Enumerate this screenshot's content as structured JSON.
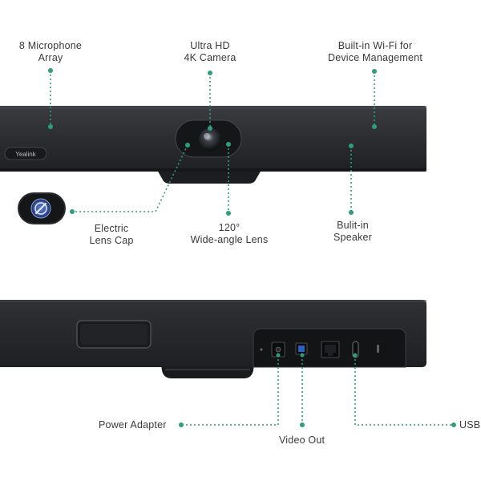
{
  "accent_color": "#2e9e7a",
  "device_color": "#2b2d30",
  "brand_logo": "Yealink",
  "front_labels": {
    "mic_array": [
      "8 Microphone",
      "Array"
    ],
    "camera": [
      "Ultra HD",
      "4K Camera"
    ],
    "wifi": [
      "Built-in Wi-Fi for",
      "Device Management"
    ],
    "lens_cap": [
      "Electric",
      "Lens Cap"
    ],
    "wide_lens": [
      "120°",
      "Wide-angle Lens"
    ],
    "speaker": [
      "Bulit-in",
      "Speaker"
    ]
  },
  "rear_labels": {
    "power": "Power Adapter",
    "video_out": "Video Out",
    "usb": "USB"
  }
}
